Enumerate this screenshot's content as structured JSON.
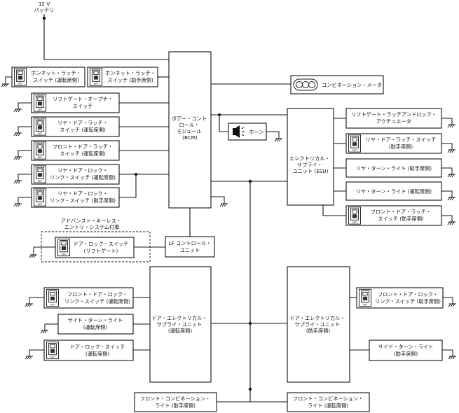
{
  "battery": {
    "line1": "12 V",
    "line2": "バッテリ"
  },
  "modules": {
    "bcm": {
      "lines": [
        "ボデー・コント",
        "ロール・",
        "モジュール",
        "(BCM)"
      ]
    },
    "esu": {
      "lines": [
        "エレクトリカル・",
        "サプライ・",
        "ユニット (ESU)"
      ]
    },
    "lf": {
      "lines": [
        "LF コントロール・",
        "ユニット"
      ]
    },
    "door_driver": {
      "lines": [
        "ドア・エレクトリカル・",
        "サプライ・ユニット",
        "(運転席側)"
      ]
    },
    "door_passenger": {
      "lines": [
        "ドア・エレクトリカル・",
        "サプライ・ユニット",
        "(助手席側)"
      ]
    }
  },
  "left_switches": [
    {
      "id": "bonnet-latch-switch-driver",
      "lines": [
        "ボンネット・ラッチ・",
        "スイッチ (運転席側)"
      ]
    },
    {
      "id": "bonnet-latch-switch-passenger",
      "lines": [
        "ボンネット・ラッチ・",
        "スイッチ (助手席側)"
      ]
    },
    {
      "id": "liftgate-open-switch",
      "lines": [
        "リフトゲート・オープナ・",
        "スイッチ"
      ]
    },
    {
      "id": "rear-door-latch-switch-driver",
      "lines": [
        "リヤ・ドア・ラッチ・",
        "スイッチ (運転席側)"
      ]
    },
    {
      "id": "front-door-latch-switch-driver",
      "lines": [
        "フロント・ドア・ラッチ・",
        "スイッチ (運転席側)"
      ]
    },
    {
      "id": "rear-door-lock-link-switch-driver",
      "lines": [
        "リヤ・ドア・ロック・",
        "リンク・スイッチ (運転席側)"
      ]
    },
    {
      "id": "rear-door-lock-link-switch-passenger",
      "lines": [
        "リヤ・ドア・ロック・",
        "リンク・スイッチ (助手席側)"
      ]
    }
  ],
  "advanced_keyless": {
    "title_lines": [
      "アドバンスト・キーレス・",
      "エントリ・システム付車"
    ],
    "switch_lines": [
      "ドア・ロック・スイッチ",
      "(リフトゲート)"
    ]
  },
  "combination_meter": "コンビネーション・メータ",
  "horn": "ホーン",
  "esu_outputs": [
    {
      "id": "liftgate-latch-unlock-actuator",
      "lines": [
        "リフトゲート・ラッチアンドロック・",
        "アクチュエータ"
      ]
    },
    {
      "id": "rear-door-latch-switch-passenger",
      "lines": [
        "リヤ・ドア・ラッチ・スイッチ",
        "(助手席側)"
      ]
    },
    {
      "id": "rear-turn-light-passenger",
      "lines": [
        "リヤ・ターン・ライト (助手席側)"
      ]
    },
    {
      "id": "rear-turn-light-driver",
      "lines": [
        "リヤ・ターン・ライト (運転席側)"
      ]
    },
    {
      "id": "front-door-latch-switch-passenger",
      "lines": [
        "フロント・ドア・ラッチ・",
        "スイッチ (助手席側)"
      ]
    }
  ],
  "door_driver_inputs": [
    {
      "id": "front-door-lock-link-switch-driver",
      "lines": [
        "フロント・ドア・ロック・",
        "リンク・スイッチ (運転席側)"
      ]
    },
    {
      "id": "side-turn-light-driver",
      "lines": [
        "サイド・ターン・ライト",
        "(運転席側)"
      ]
    },
    {
      "id": "door-lock-switch-driver",
      "lines": [
        "ドア・ロック・スイッチ",
        "(運転席側)"
      ]
    }
  ],
  "door_passenger_inputs": [
    {
      "id": "front-door-lock-link-switch-passenger",
      "lines": [
        "フロント・ドア・ロック・",
        "リンク・スイッチ (助手席側)"
      ]
    },
    {
      "id": "side-turn-light-passenger",
      "lines": [
        "サイド・ターン・ライト",
        "(助手席側)"
      ]
    }
  ],
  "front_combination_lights": [
    {
      "id": "front-combination-light-passenger",
      "lines": [
        "フロント・コンビネーション・",
        "ライト (助手席側)"
      ]
    },
    {
      "id": "front-combination-light-driver",
      "lines": [
        "フロント・コンビネーション・",
        "ライト (運転席側)"
      ]
    }
  ],
  "switch_icon_caption": "OFF"
}
